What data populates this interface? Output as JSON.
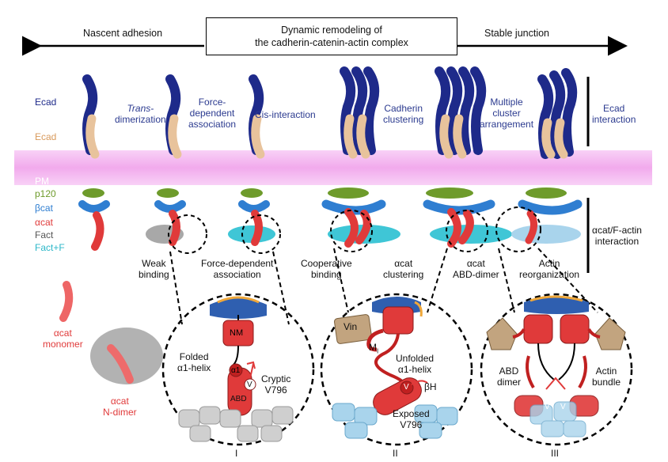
{
  "header": {
    "left_arrow_label": "Nascent adhesion",
    "right_arrow_label": "Stable junction",
    "title_line1": "Dynamic remodeling of",
    "title_line2": "the cadherin-catenin-actin complex"
  },
  "legend": {
    "ecad_top": "Ecad",
    "ecad_bottom": "Ecad",
    "pm": "PM",
    "p120": "p120",
    "bcat": "βcat",
    "acat": "αcat",
    "fact": "Fact",
    "fact_f": "Fact+F"
  },
  "steps_top": [
    {
      "line1": "Trans-",
      "line2": "dimerization"
    },
    {
      "line1": "Force-",
      "line2": "dependent",
      "line3": "association"
    },
    {
      "line1": "Cis-interaction"
    },
    {
      "line1": "Cadherin",
      "line2": "clustering"
    },
    {
      "line1": "Multiple",
      "line2": "cluster",
      "line3": "arrangement"
    }
  ],
  "right_labels": {
    "ecad_line1": "Ecad",
    "ecad_line2": "interaction",
    "actin_line1": "αcat/F-actin",
    "actin_line2": "interaction"
  },
  "steps_bottom": [
    {
      "line1": "Weak",
      "line2": "binding"
    },
    {
      "line1": "Force-dependent",
      "line2": "association"
    },
    {
      "line1": "Cooperative",
      "line2": "binding"
    },
    {
      "line1": "αcat",
      "line2": "clustering"
    },
    {
      "line1": "αcat",
      "line2": "ABD-dimer"
    },
    {
      "line1": "Actin",
      "line2": "reorganization"
    }
  ],
  "left_species": {
    "monomer_line1": "αcat",
    "monomer_line2": "monomer",
    "ndimer_line1": "αcat",
    "ndimer_line2": "N-dimer"
  },
  "circle1": {
    "nm": "NM",
    "folded_line1": "Folded",
    "folded_line2": "α1-helix",
    "a1": "α1",
    "v": "V",
    "abd": "ABD",
    "cryptic_line1": "Cryptic",
    "cryptic_line2": "V796",
    "roman": "I"
  },
  "circle2": {
    "vin": "Vin",
    "mi": "M",
    "mi_sub": "I",
    "unfolded_line1": "Unfolded",
    "unfolded_line2": "α1-helix",
    "v": "V",
    "bh": "βH",
    "exposed_line1": "Exposed",
    "exposed_line2": "V796",
    "roman": "II"
  },
  "circle3": {
    "abd_line1": "ABD",
    "abd_line2": "dimer",
    "bundle_line1": "Actin",
    "bundle_line2": "bundle",
    "v1": "V",
    "v2": "V",
    "roman": "III"
  },
  "colors": {
    "ecad_navy": "#1e2a8a",
    "ecad_tan": "#e8c39c",
    "pm_pink": "#f3a6f0",
    "p120_green": "#6e9b2b",
    "bcat_blue": "#2f7ed1",
    "acat_red": "#e03a3a",
    "fact_gray": "#a8a8a8",
    "fact_cyan": "#3fc6d6",
    "vinculin_tan": "#c2a47f",
    "actin_lightblue": "#a9d4ec"
  }
}
